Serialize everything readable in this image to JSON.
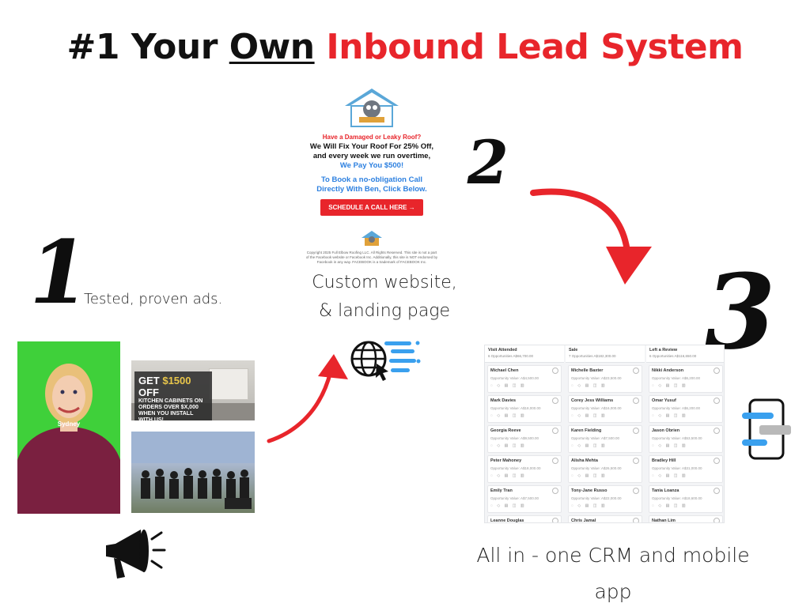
{
  "headline": {
    "part1": "#1 Your ",
    "part2": "Own",
    "part3": " Inbound Lead System"
  },
  "steps": [
    {
      "number": "1",
      "caption": "Tested, proven ads."
    },
    {
      "number": "2",
      "caption_line1": "Custom website,",
      "caption_line2": "& landing page"
    },
    {
      "number": "3",
      "caption_line1": "All in - one CRM and mobile",
      "caption_line2": "app"
    }
  ],
  "landing_page": {
    "line1": "Have a Damaged or Leaky Roof?",
    "line2": "We Will Fix Your Roof For 25% Off,",
    "line3": "and every week we run overtime,",
    "line4": "We Pay You $500!",
    "line5": "To Book a no-obligation Call",
    "line6": "Directly With Ben, Click Below.",
    "cta": "SCHEDULE A CALL HERE →",
    "footer": "Copyright 2025 Full Elbow Roofing LLC. All Rights Reserved. This site is not a part of the Facebook website or Facebook Inc. Additionally, this site is NOT endorsed by Facebook in any way. FACEBOOK is a trademark of FACEBOOK Inc."
  },
  "ads": {
    "presenter_name": "Sydney",
    "kitchen_headline_pre": "GET ",
    "kitchen_headline_amount": "$1500",
    "kitchen_headline_post": " OFF",
    "kitchen_sub": "KITCHEN CABINETS ON ORDERS OVER $X,000 WHEN YOU INSTALL WITH US!"
  },
  "crm": {
    "columns": [
      {
        "title": "Visit Attended",
        "meta": "6 Opportunities   A$66,700.00",
        "cards": [
          {
            "name": "Michael Chen",
            "value": "Opportunity Value: A$4,500.00"
          },
          {
            "name": "Mark Davies",
            "value": "Opportunity Value: A$18,000.00"
          },
          {
            "name": "Georgia Reeve",
            "value": "Opportunity Value: A$9,500.00"
          },
          {
            "name": "Peter Mahoney",
            "value": "Opportunity Value: A$18,000.00"
          },
          {
            "name": "Emily Tran",
            "value": "Opportunity Value: A$7,500.00"
          },
          {
            "name": "Leanne Douglas",
            "value": ""
          }
        ]
      },
      {
        "title": "Sale",
        "meta": "7 Opportunities   A$182,300.00",
        "cards": [
          {
            "name": "Michelle Baxter",
            "value": "Opportunity Value: A$23,500.00"
          },
          {
            "name": "Corey Jess Williams",
            "value": "Opportunity Value: A$16,000.00"
          },
          {
            "name": "Karen Fielding",
            "value": "Opportunity Value: A$7,500.00"
          },
          {
            "name": "Alisha Mehta",
            "value": "Opportunity Value: A$26,500.00"
          },
          {
            "name": "Tony-Jane Russo",
            "value": "Opportunity Value: A$22,000.00"
          },
          {
            "name": "Chris Jamal",
            "value": ""
          }
        ]
      },
      {
        "title": "Left a Review",
        "meta": "6 Opportunities   A$116,650.00",
        "cards": [
          {
            "name": "Nikki Anderson",
            "value": "Opportunity Value: A$6,200.00"
          },
          {
            "name": "Omar Yusuf",
            "value": "Opportunity Value: A$6,200.00"
          },
          {
            "name": "Jason Obrien",
            "value": "Opportunity Value: A$53,500.00"
          },
          {
            "name": "Bradley Hill",
            "value": "Opportunity Value: A$31,000.00"
          },
          {
            "name": "Tania Loanza",
            "value": "Opportunity Value: A$18,600.00"
          },
          {
            "name": "Nathan Lim",
            "value": ""
          }
        ]
      }
    ]
  },
  "colors": {
    "accent_red": "#e8252b",
    "link_blue": "#2d80e0",
    "chat_blue": "#3aa0ee"
  },
  "icons": [
    "megaphone-icon",
    "globe-cursor-icon",
    "phone-chat-icon",
    "red-arrow-icon"
  ]
}
